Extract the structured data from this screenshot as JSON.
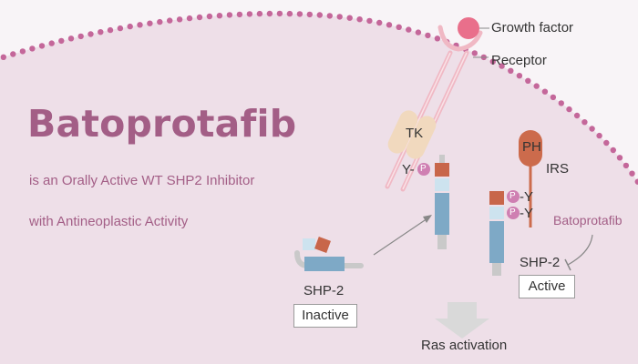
{
  "colors": {
    "background": "#f8f4f7",
    "cell_fill": "#eedfe8",
    "membrane_dot": "#c4679a",
    "title": "#a35e86",
    "subtitle": "#a35e86",
    "label_text": "#333333",
    "receptor": "#f0b8c4",
    "growth_factor": "#e96f8b",
    "tk_domain": "#f1d9be",
    "phospho_dot": "#cf7fb2",
    "brown_block": "#c8664a",
    "light_blue_block": "#cde3ef",
    "steel_blue_block": "#7ea9c6",
    "gray_part": "#c9c9c9",
    "irs": "#cc6b4c",
    "arrow": "#888888",
    "big_arrow": "#d9d9d9"
  },
  "title": "Batoprotafib",
  "subtitle_line1": "is an Orally Active WT SHP2 Inhibitor",
  "subtitle_line2": "with Antineoplastic Activity",
  "labels": {
    "growth_factor": "Growth factor",
    "receptor": "Receptor",
    "tk": "TK",
    "y_receptor": "Y-",
    "phospho": "P",
    "ph": "PH",
    "irs": "IRS",
    "y_irs_1": "-Y",
    "y_irs_2": "-Y",
    "inhibitor": "Batoprotafib",
    "shp2_inactive": "SHP-2",
    "inactive_state": "Inactive",
    "shp2_active": "SHP-2",
    "active_state": "Active",
    "ras_activation": "Ras activation"
  },
  "icons": {
    "pathway_arrow": "arrow-icon",
    "downstream_arrow": "down-arrow-icon",
    "inhibition": "inhibition-bar-icon"
  }
}
